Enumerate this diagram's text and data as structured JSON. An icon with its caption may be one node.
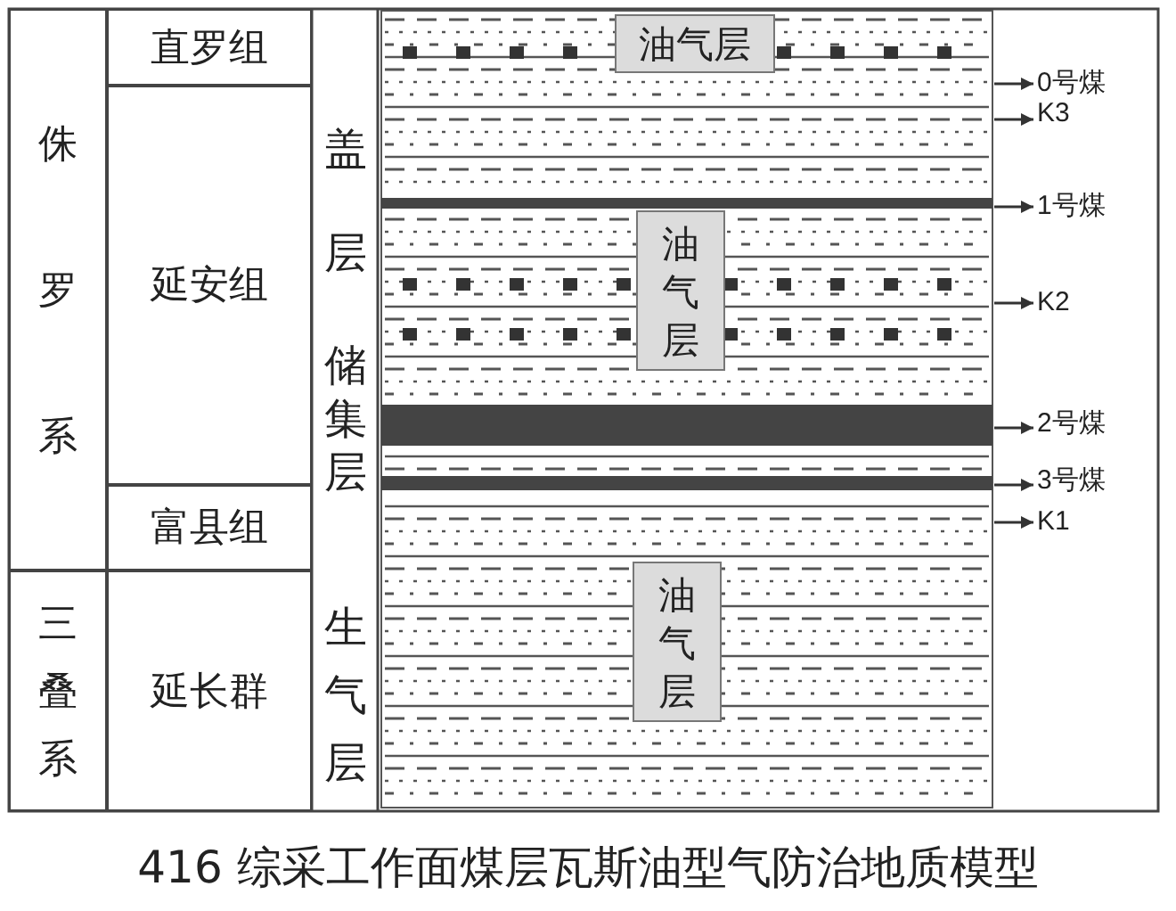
{
  "diagram": {
    "caption": "416 综采工作面煤层瓦斯油型气防治地质模型",
    "nodes": [
      {
        "text": [
          "侏罗系"
        ]
      },
      {
        "text": [
          "直罗组"
        ]
      },
      {
        "text": [
          "延安组"
        ]
      },
      {
        "text": [
          "富县组"
        ]
      },
      {
        "text": [
          "三叠系"
        ]
      },
      {
        "text": [
          "延长群"
        ]
      },
      {
        "text": [
          "油气层"
        ]
      },
      {
        "text": [
          "油气层"
        ]
      },
      {
        "text": [
          "油气层"
        ]
      },
      {
        "text": [
          "0号煤"
        ]
      },
      {
        "text": [
          "K3"
        ]
      },
      {
        "text": [
          "1号煤"
        ]
      },
      {
        "text": [
          "K2"
        ]
      },
      {
        "text": [
          "2号煤"
        ]
      },
      {
        "text": [
          "3号煤"
        ]
      },
      {
        "text": [
          "K1"
        ]
      }
    ],
    "edges": [
      {
        "from": null,
        "to": 9,
        "arrow": "to"
      },
      {
        "from": null,
        "to": 10,
        "arrow": "to"
      },
      {
        "from": null,
        "to": 11,
        "arrow": "to"
      },
      {
        "from": null,
        "to": 12,
        "arrow": "to"
      },
      {
        "from": null,
        "to": 13,
        "arrow": "to"
      },
      {
        "from": null,
        "to": 14,
        "arrow": "to"
      },
      {
        "from": null,
        "to": 15,
        "arrow": "to"
      }
    ],
    "labels": [
      "盖层",
      "储集层",
      "生气层"
    ]
  }
}
